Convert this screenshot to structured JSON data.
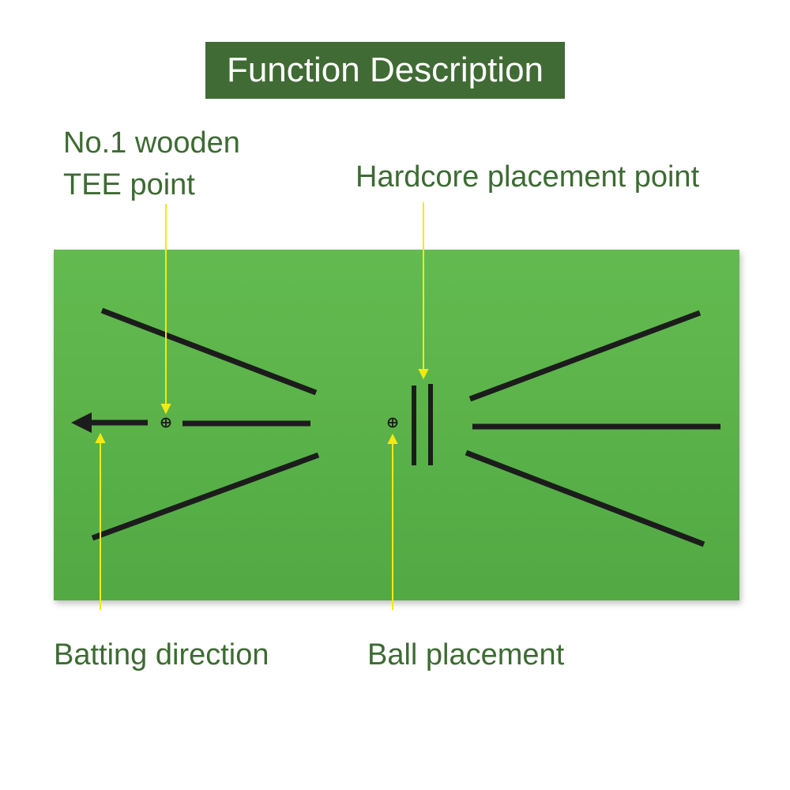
{
  "title": "Function Description",
  "labels": {
    "tee_line1": "No.1 wooden",
    "tee_line2": "TEE point",
    "hardcore": "Hardcore placement point",
    "batting": "Batting direction",
    "ball": "Ball placement"
  },
  "colors": {
    "banner": "#406b34",
    "label_text": "#3d6b33",
    "mat": "#5cb54a",
    "mat_lines": "#1c1c1c",
    "pointer": "#f2ea12"
  }
}
